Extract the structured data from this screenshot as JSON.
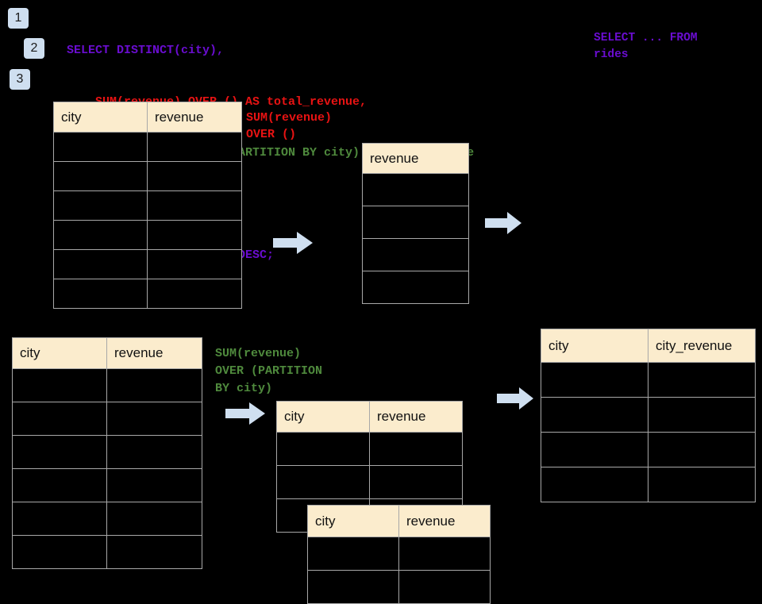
{
  "page": {
    "background_color": "#000000",
    "title": "SQL window function execution diagram"
  },
  "steps": [
    {
      "label": "1"
    },
    {
      "label": "2"
    },
    {
      "label": "3"
    }
  ],
  "sql": {
    "lines": [
      {
        "text": "SELECT DISTINCT(city),",
        "color": "#6a0dd0"
      },
      {
        "text": "    SUM(revenue) OVER () AS total_revenue,",
        "color": "#e81313"
      },
      {
        "text": "    SUM(revenue) OVER (PARTITION BY city) as city_revenue",
        "color": "#4f8a3d"
      },
      {
        "text": "  FROM rides",
        "color": "#6a0dd0"
      },
      {
        "text": "  ORDER by city_revenue DESC;",
        "color": "#6a0dd0"
      }
    ]
  },
  "annotations": {
    "select_from": {
      "text": "SELECT ... FROM\nrides",
      "color": "#6a0dd0"
    },
    "sum_over_empty": {
      "text": "SUM(revenue)\nOVER ()",
      "color": "#e81313"
    },
    "sum_over_partition": {
      "text": "SUM(revenue)\nOVER (PARTITION\nBY city)",
      "color": "#4f8a3d"
    }
  },
  "tables": {
    "source_top": {
      "name": "source-rides-table",
      "headers": [
        "city",
        "revenue"
      ],
      "row_count": 6,
      "rows": [
        [
          "",
          ""
        ],
        [
          "",
          ""
        ],
        [
          "",
          ""
        ],
        [
          "",
          ""
        ],
        [
          "",
          ""
        ],
        [
          "",
          ""
        ]
      ]
    },
    "total_revenue": {
      "name": "total-revenue-table",
      "headers": [
        "revenue"
      ],
      "row_count": 4,
      "rows": [
        [
          ""
        ],
        [
          ""
        ],
        [
          ""
        ],
        [
          ""
        ]
      ]
    },
    "source_bottom": {
      "name": "source-rides-table-partition",
      "headers": [
        "city",
        "revenue"
      ],
      "row_count": 6,
      "rows": [
        [
          "",
          ""
        ],
        [
          "",
          ""
        ],
        [
          "",
          ""
        ],
        [
          "",
          ""
        ],
        [
          "",
          ""
        ],
        [
          "",
          ""
        ]
      ]
    },
    "partition_back": {
      "name": "partition-group-back-table",
      "headers": [
        "city",
        "revenue"
      ],
      "row_count": 3,
      "rows": [
        [
          "",
          ""
        ],
        [
          "",
          ""
        ],
        [
          "",
          ""
        ]
      ]
    },
    "partition_front": {
      "name": "partition-group-front-table",
      "headers": [
        "city",
        "revenue"
      ],
      "row_count": 2,
      "rows": [
        [
          "",
          ""
        ],
        [
          "",
          ""
        ]
      ]
    },
    "result": {
      "name": "result-city-revenue-table",
      "headers": [
        "city",
        "city_revenue"
      ],
      "row_count": 4,
      "rows": [
        [
          "",
          ""
        ],
        [
          "",
          ""
        ],
        [
          "",
          ""
        ],
        [
          "",
          ""
        ]
      ]
    }
  },
  "arrows": {
    "color": "#cfdff0",
    "items": [
      {
        "name": "arrow-source-to-total"
      },
      {
        "name": "arrow-total-to-result"
      },
      {
        "name": "arrow-source-to-partition"
      },
      {
        "name": "arrow-partition-to-result"
      }
    ]
  }
}
